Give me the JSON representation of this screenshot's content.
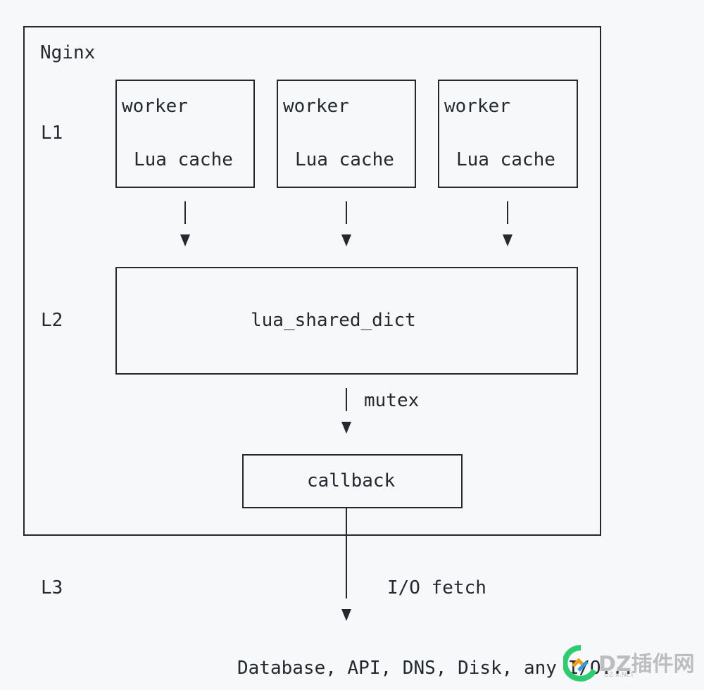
{
  "nginx": {
    "label": "Nginx"
  },
  "levels": {
    "l1": "L1",
    "l2": "L2",
    "l3": "L3"
  },
  "workers": [
    {
      "title": "worker",
      "cache": "Lua cache"
    },
    {
      "title": "worker",
      "cache": "Lua cache"
    },
    {
      "title": "worker",
      "cache": "Lua cache"
    }
  ],
  "shared_dict": {
    "label": "lua_shared_dict"
  },
  "mutex": {
    "label": "mutex"
  },
  "callback": {
    "label": "callback"
  },
  "io_fetch": {
    "label": "I/O fetch"
  },
  "sources": {
    "label": "Database, API, DNS, Disk, any I/O..."
  },
  "watermark": {
    "text": "DZ插件网",
    "sub": "DZ-X.NET",
    "colors": [
      "#2ecc71",
      "#f39c12",
      "#3498db"
    ]
  }
}
